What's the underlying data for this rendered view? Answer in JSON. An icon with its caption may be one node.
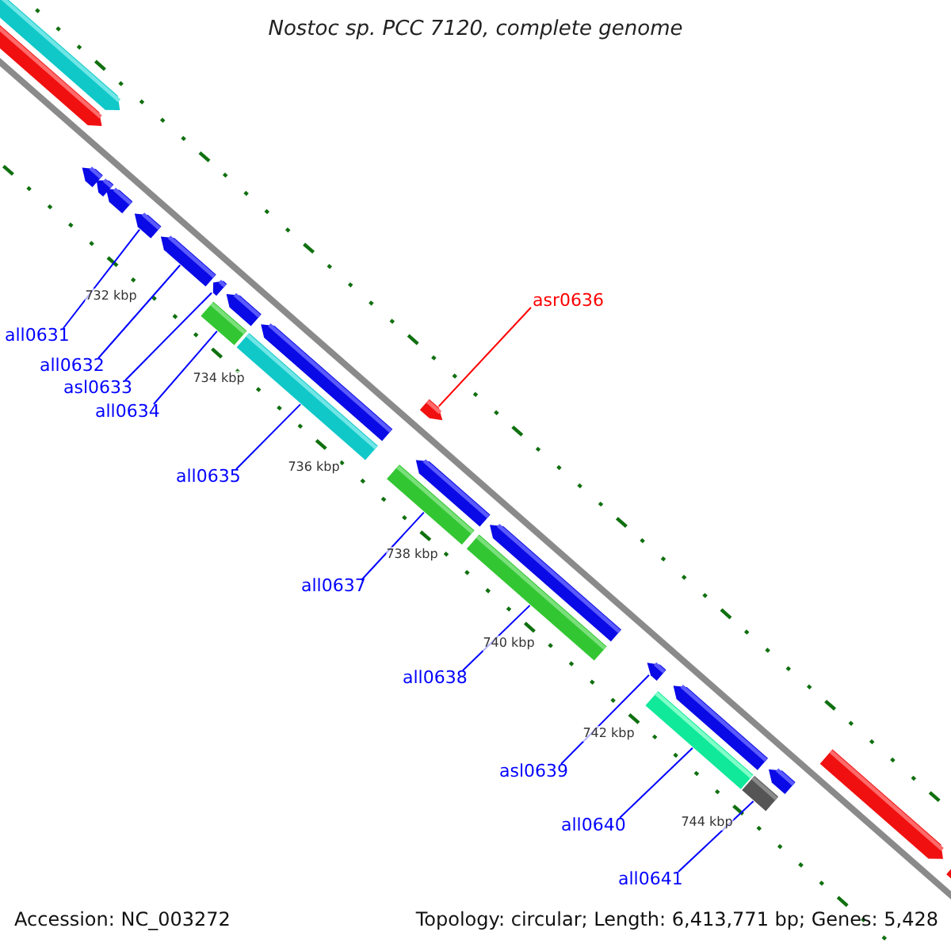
{
  "diagram": {
    "title": "Nostoc sp. PCC 7120, complete genome",
    "nodes": [
      {
        "text": [],
        "shape": "bar"
      },
      {
        "text": [],
        "shape": "bar"
      },
      {
        "text": [],
        "shape": "bar"
      },
      {
        "text": [],
        "shape": "bar"
      },
      {
        "text": [],
        "shape": "bar"
      },
      {
        "text": [],
        "shape": "bar"
      },
      {
        "text": [],
        "shape": "bar"
      },
      {
        "text": [],
        "shape": "bar"
      },
      {
        "text": [],
        "shape": "bar"
      },
      {
        "text": [],
        "shape": "bar"
      },
      {
        "text": [],
        "shape": "bar"
      },
      {
        "text": [],
        "shape": "bar"
      },
      {
        "text": [],
        "shape": "bar"
      },
      {
        "text": [],
        "shape": "bar"
      },
      {
        "text": [],
        "shape": "bar"
      },
      {
        "text": [],
        "shape": "bar"
      },
      {
        "text": [],
        "shape": "bar"
      },
      {
        "text": [],
        "shape": "bar"
      },
      {
        "text": [],
        "shape": "bar"
      },
      {
        "text": [],
        "shape": "bar"
      },
      {
        "text": [],
        "shape": "bar"
      },
      {
        "text": [],
        "shape": "bar"
      },
      {
        "text": [],
        "shape": "bar"
      },
      {
        "text": [],
        "shape": "bar"
      },
      {
        "text": [
          "all0631"
        ]
      },
      {
        "text": [
          "all0632"
        ]
      },
      {
        "text": [
          "asl0633"
        ]
      },
      {
        "text": [
          "all0634"
        ]
      },
      {
        "text": [
          "all0635"
        ]
      },
      {
        "text": [
          "asr0636"
        ]
      },
      {
        "text": [
          "all0637"
        ]
      },
      {
        "text": [
          "all0638"
        ]
      },
      {
        "text": [
          "asl0639"
        ]
      },
      {
        "text": [
          "all0640"
        ]
      },
      {
        "text": [
          "all0641"
        ]
      }
    ],
    "edges": [
      {
        "from": 24,
        "to": 5,
        "arrow": "none"
      },
      {
        "from": 25,
        "to": 6,
        "arrow": "none"
      },
      {
        "from": 26,
        "to": 7,
        "arrow": "none"
      },
      {
        "from": 27,
        "to": 9,
        "arrow": "none"
      },
      {
        "from": 28,
        "to": 11,
        "arrow": "none"
      },
      {
        "from": 29,
        "to": 12,
        "arrow": "none",
        "color": "#ff0000"
      },
      {
        "from": 30,
        "to": 14,
        "arrow": "none"
      },
      {
        "from": 31,
        "to": 16,
        "arrow": "none"
      },
      {
        "from": 32,
        "to": 17,
        "arrow": "none"
      },
      {
        "from": 33,
        "to": 19,
        "arrow": "none"
      },
      {
        "from": 34,
        "to": 21,
        "arrow": "none"
      }
    ],
    "labels": [
      "732 kbp",
      "734 kbp",
      "736 kbp",
      "738 kbp",
      "740 kbp",
      "742 kbp",
      "744 kbp",
      "Accession: NC_003272",
      "Topology: circular; Length: 6,413,771 bp; Genes: 5,428"
    ]
  }
}
